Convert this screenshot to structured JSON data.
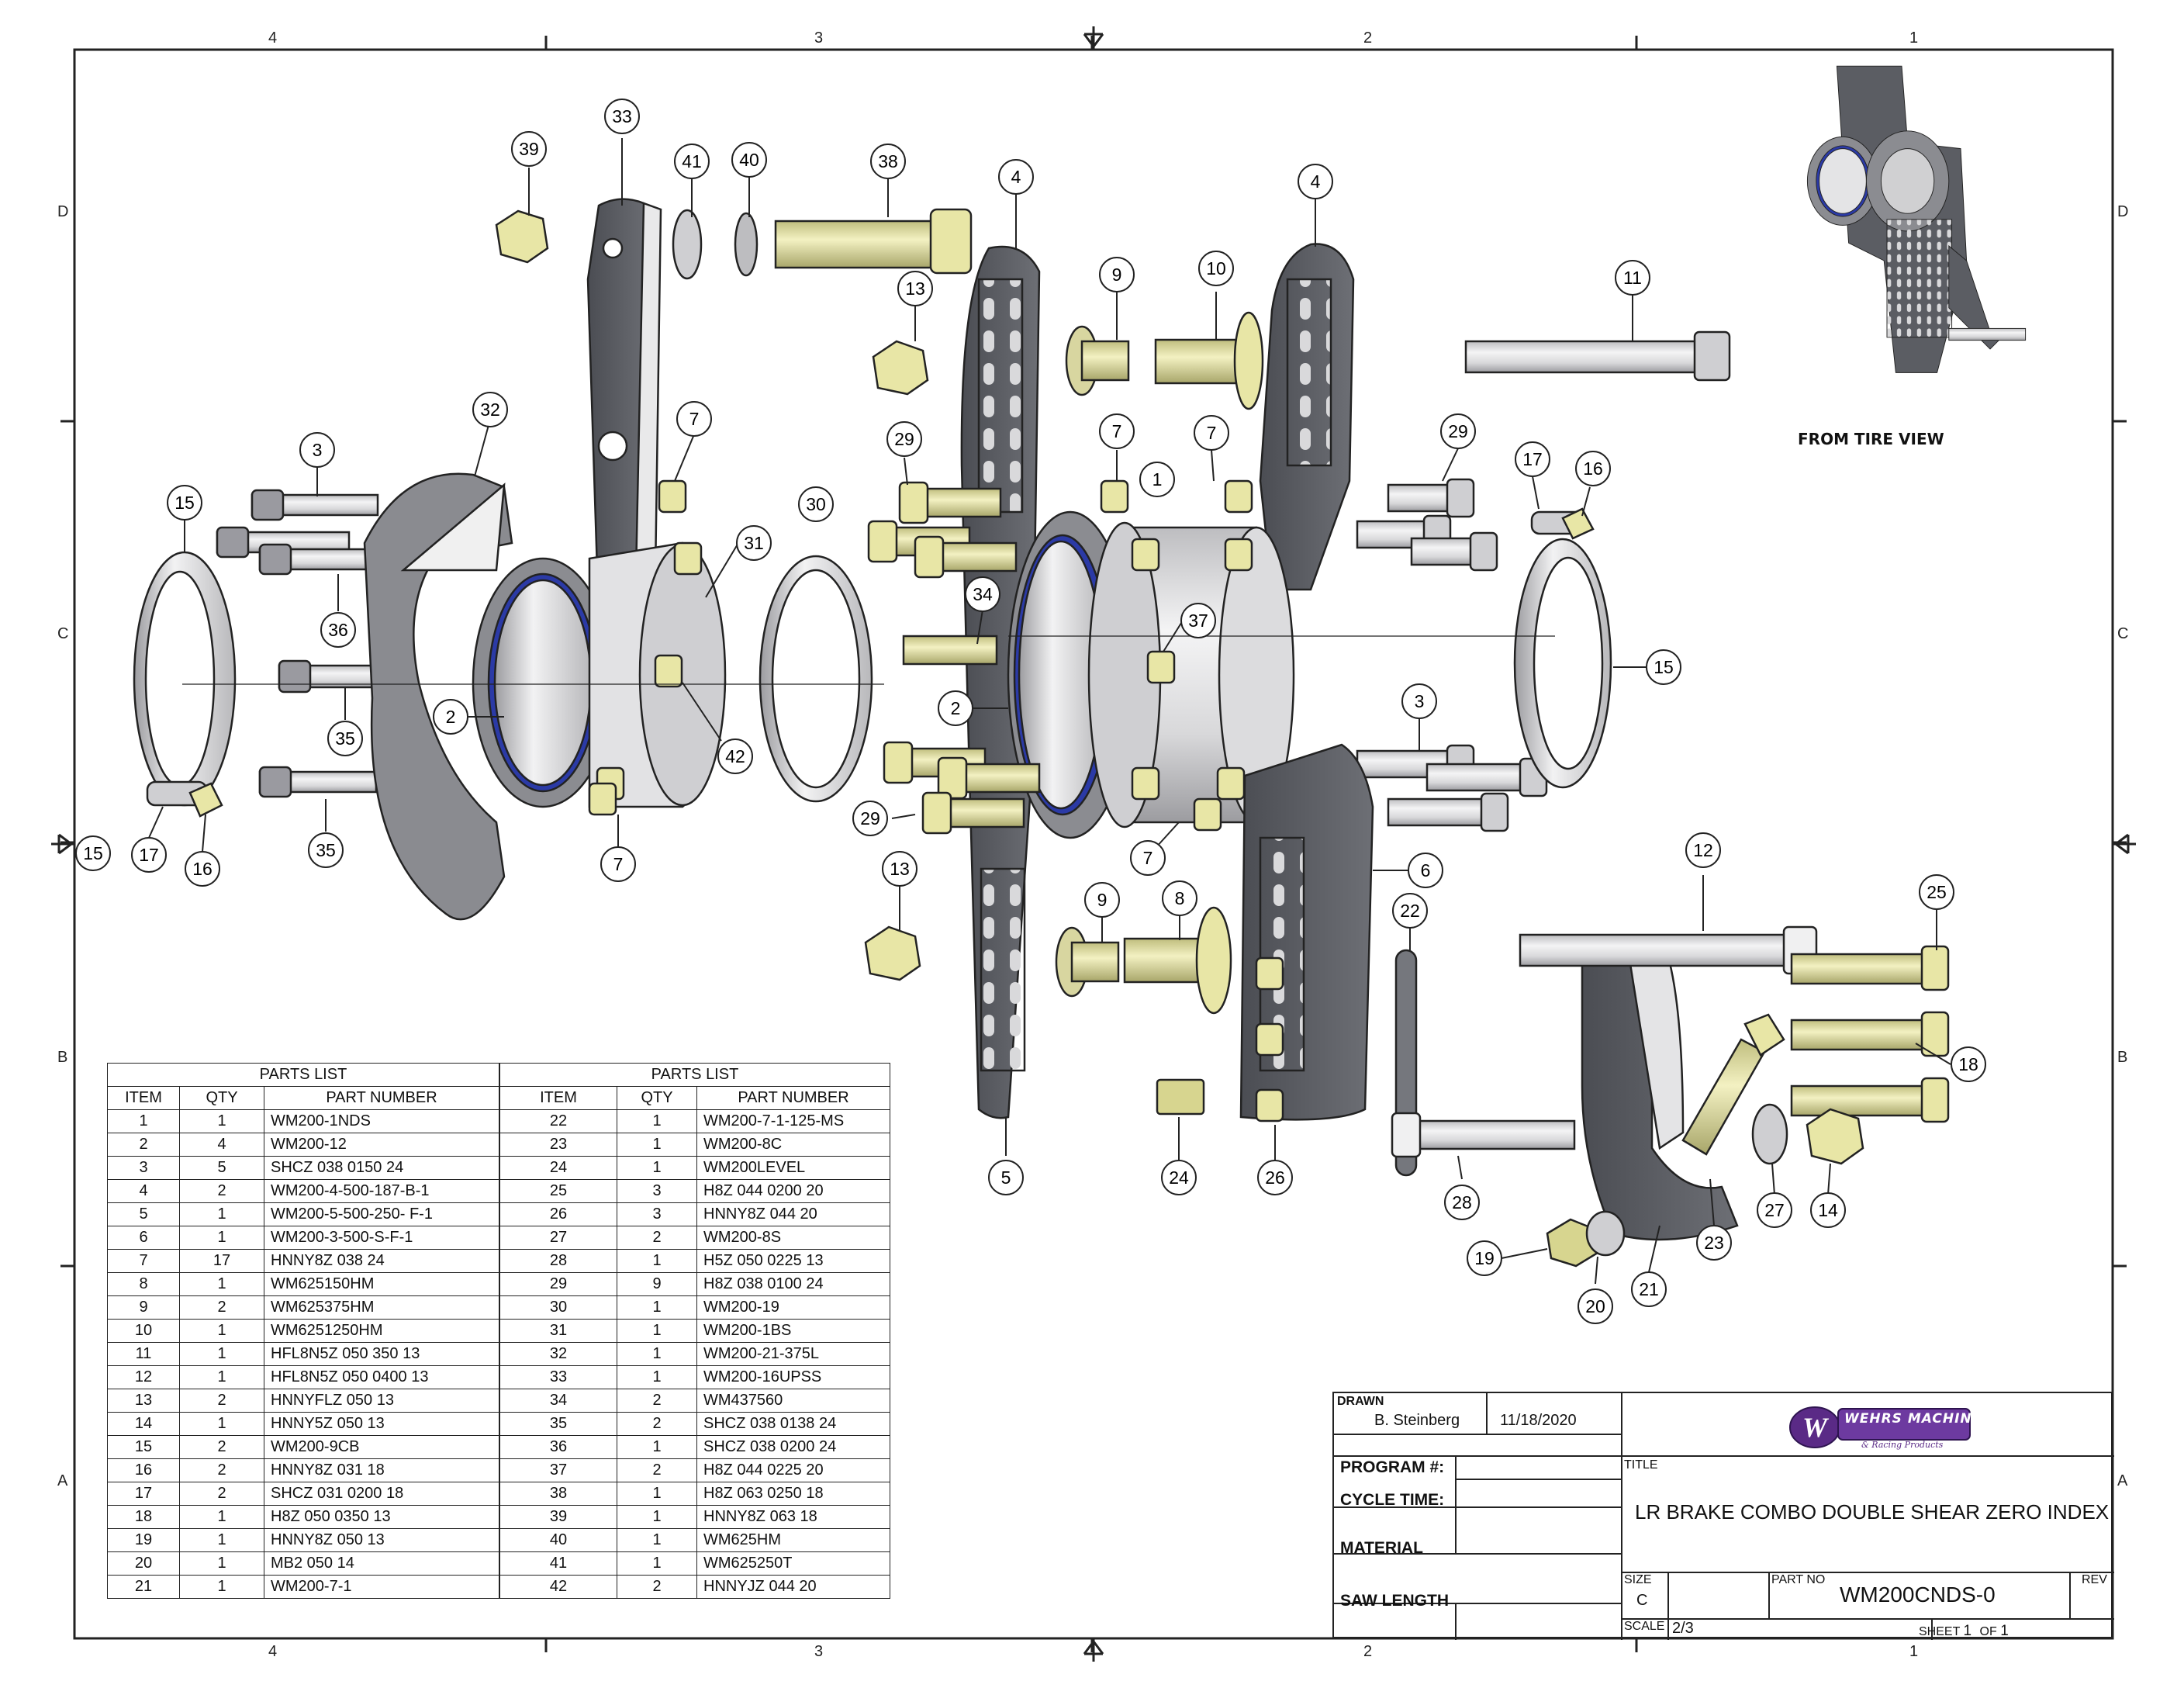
{
  "border_zones": {
    "top": [
      "4",
      "3",
      "2",
      "1"
    ],
    "bottom": [
      "4",
      "3",
      "2",
      "1"
    ],
    "left": [
      "D",
      "C",
      "B",
      "A"
    ],
    "right": [
      "D",
      "C",
      "B",
      "A"
    ]
  },
  "view_label": "FROM TIRE VIEW",
  "callouts": [
    "39",
    "33",
    "41",
    "40",
    "38",
    "4",
    "13",
    "9",
    "10",
    "4",
    "11",
    "32",
    "7",
    "29",
    "7",
    "7",
    "29",
    "17",
    "16",
    "3",
    "15",
    "1",
    "30",
    "31",
    "34",
    "37",
    "36",
    "15",
    "2",
    "2",
    "35",
    "42",
    "3",
    "15",
    "17",
    "16",
    "35",
    "7",
    "29",
    "7",
    "6",
    "13",
    "12",
    "25",
    "9",
    "8",
    "22",
    "18",
    "24",
    "26",
    "5",
    "27",
    "14",
    "28",
    "23",
    "19",
    "21",
    "20"
  ],
  "parts_list": {
    "title": "PARTS LIST",
    "headers": [
      "ITEM",
      "QTY",
      "PART NUMBER"
    ],
    "left": [
      [
        "1",
        "1",
        "WM200-1NDS"
      ],
      [
        "2",
        "4",
        "WM200-12"
      ],
      [
        "3",
        "5",
        "SHCZ 038 0150 24"
      ],
      [
        "4",
        "2",
        "WM200-4-500-187-B-1"
      ],
      [
        "5",
        "1",
        "WM200-5-500-250- F-1"
      ],
      [
        "6",
        "1",
        "WM200-3-500-S-F-1"
      ],
      [
        "7",
        "17",
        "HNNY8Z 038 24"
      ],
      [
        "8",
        "1",
        "WM625150HM"
      ],
      [
        "9",
        "2",
        "WM625375HM"
      ],
      [
        "10",
        "1",
        "WM6251250HM"
      ],
      [
        "11",
        "1",
        "HFL8N5Z 050 350 13"
      ],
      [
        "12",
        "1",
        "HFL8N5Z 050 0400 13"
      ],
      [
        "13",
        "2",
        "HNNYFLZ 050 13"
      ],
      [
        "14",
        "1",
        "HNNY5Z 050 13"
      ],
      [
        "15",
        "2",
        "WM200-9CB"
      ],
      [
        "16",
        "2",
        "HNNY8Z 031 18"
      ],
      [
        "17",
        "2",
        "SHCZ 031 0200 18"
      ],
      [
        "18",
        "1",
        "H8Z 050 0350 13"
      ],
      [
        "19",
        "1",
        "HNNY8Z 050 13"
      ],
      [
        "20",
        "1",
        "MB2 050 14"
      ],
      [
        "21",
        "1",
        "WM200-7-1"
      ]
    ],
    "right": [
      [
        "22",
        "1",
        "WM200-7-1-125-MS"
      ],
      [
        "23",
        "1",
        "WM200-8C"
      ],
      [
        "24",
        "1",
        "WM200LEVEL"
      ],
      [
        "25",
        "3",
        "H8Z 044 0200 20"
      ],
      [
        "26",
        "3",
        "HNNY8Z 044 20"
      ],
      [
        "27",
        "2",
        "WM200-8S"
      ],
      [
        "28",
        "1",
        "H5Z 050 0225 13"
      ],
      [
        "29",
        "9",
        "H8Z 038 0100 24"
      ],
      [
        "30",
        "1",
        "WM200-19"
      ],
      [
        "31",
        "1",
        "WM200-1BS"
      ],
      [
        "32",
        "1",
        "WM200-21-375L"
      ],
      [
        "33",
        "1",
        "WM200-16UPSS"
      ],
      [
        "34",
        "2",
        "WM437560"
      ],
      [
        "35",
        "2",
        "SHCZ 038 0138 24"
      ],
      [
        "36",
        "1",
        "SHCZ 038 0200 24"
      ],
      [
        "37",
        "2",
        "H8Z 044 0225 20"
      ],
      [
        "38",
        "1",
        "H8Z 063 0250 18"
      ],
      [
        "39",
        "1",
        "HNNY8Z 063 18"
      ],
      [
        "40",
        "1",
        "WM625HM"
      ],
      [
        "41",
        "1",
        "WM625250T"
      ],
      [
        "42",
        "2",
        "HNNYJZ 044 20"
      ]
    ]
  },
  "title_block": {
    "drawn_label": "DRAWN",
    "drawn_by": "B. Steinberg",
    "date": "11/18/2020",
    "logo_text": "WEHRS MACHINE",
    "logo_sub": "& Racing Products",
    "program_label": "PROGRAM #:",
    "cycle_label": "CYCLE TIME:",
    "material_label": "MATERIAL",
    "saw_label": "SAW LENGTH",
    "title_label": "TITLE",
    "title": "LR BRAKE COMBO DOUBLE SHEAR ZERO INDEX",
    "size_label": "SIZE",
    "size": "C",
    "partno_label": "PART NO",
    "part_no": "WM200CNDS-0",
    "rev_label": "REV",
    "scale_label": "SCALE",
    "scale": "2/3",
    "sheet_label": "SHEET",
    "sheet_num": "1",
    "of_label": "OF",
    "of_num": "1"
  },
  "colors": {
    "line": "#222222",
    "plate_dark": "#5a5c62",
    "plate_mid": "#7b7d83",
    "steel_light": "#e8e8ea",
    "steel_mid": "#c9c9cc",
    "fastener_yellow": "#e8e6a6",
    "bearing_blue": "#2b3aa6",
    "logo_purple": "#5a2a86"
  }
}
